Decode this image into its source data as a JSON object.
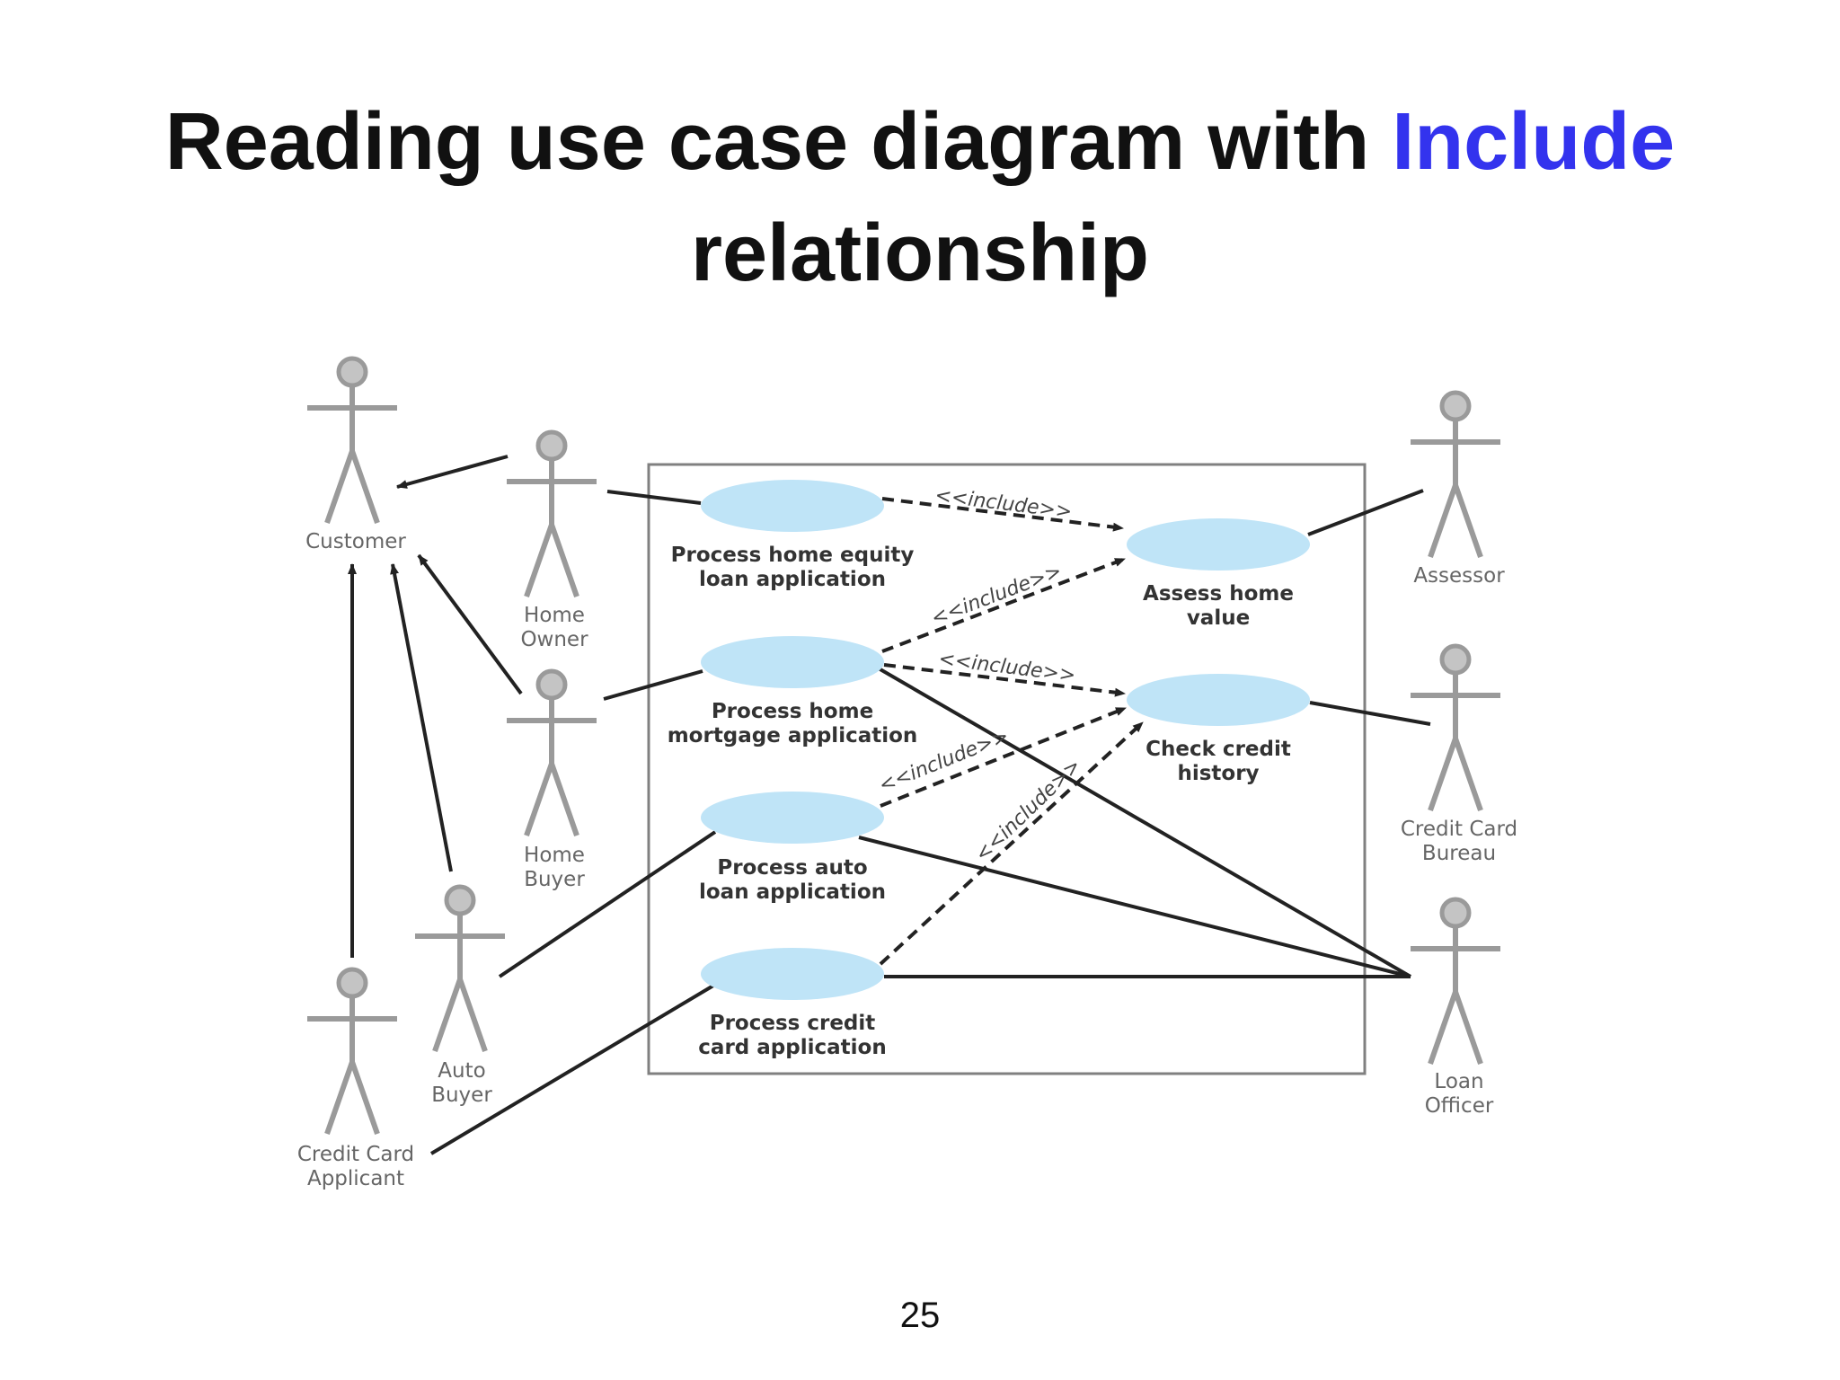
{
  "slide": {
    "title_part1": "Reading use case diagram with ",
    "title_accent": "Include",
    "title_part2": "relationship",
    "page_number": "25"
  },
  "colors": {
    "title": "#111111",
    "title_accent": "#3333ee",
    "usecase_fill": "#bfe4f7",
    "actor": "#9a9a9a",
    "line": "#222222"
  },
  "diagram": {
    "actors": {
      "customer": "Customer",
      "home_owner_1": "Home",
      "home_owner_2": "Owner",
      "home_buyer_1": "Home",
      "home_buyer_2": "Buyer",
      "auto_buyer_1": "Auto",
      "auto_buyer_2": "Buyer",
      "cc_applicant_1": "Credit Card",
      "cc_applicant_2": "Applicant",
      "assessor": "Assessor",
      "cc_bureau_1": "Credit Card",
      "cc_bureau_2": "Bureau",
      "loan_officer_1": "Loan",
      "loan_officer_2": "Officer"
    },
    "use_cases": {
      "home_equity_1": "Process home equity",
      "home_equity_2": "loan application",
      "home_mortgage_1": "Process home",
      "home_mortgage_2": "mortgage application",
      "auto_loan_1": "Process auto",
      "auto_loan_2": "loan application",
      "credit_card_1": "Process credit",
      "credit_card_2": "card application",
      "assess_value_1": "Assess home",
      "assess_value_2": "value",
      "check_credit_1": "Check credit",
      "check_credit_2": "history"
    },
    "include_label": "<<include>>"
  }
}
